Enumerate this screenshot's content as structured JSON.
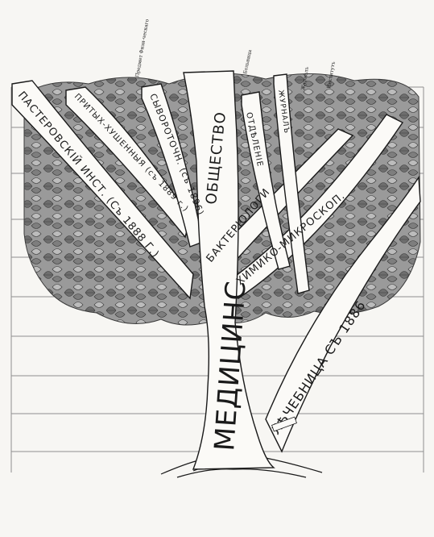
{
  "illustration": {
    "trunk_label": "МЕДИЦИНС",
    "branches": [
      {
        "id": "pasteur",
        "label": "ПАСТЕРОВСКIЙ ИНСТ. (Съ 1888 Г.)"
      },
      {
        "id": "prtykhush",
        "label": "ПРИТЫХ-ХУШЕННЫЯ (съ 1889 г.)"
      },
      {
        "id": "syvorot",
        "label": "СЫВОРОТОЧН. (съ 1896)"
      },
      {
        "id": "obshch",
        "label": "ОБЩЕСТВО"
      },
      {
        "id": "bakt",
        "label": "БАКТЕРIОЛОГИ"
      },
      {
        "id": "khim",
        "label": "ХИМИКО-МИКРОСКОП."
      },
      {
        "id": "lech",
        "label": "ЛѢЧЕБНИЦА СЪ 1886"
      },
      {
        "id": "otdelenie",
        "label": "ОТДѢЛЕНIЕ"
      },
      {
        "id": "zhurnal",
        "label": "ЖУРНАЛЪ"
      }
    ],
    "top_labels": [
      "Предмет Физи-ческаго",
      "Больница",
      "Журналъ",
      "Институтъ"
    ],
    "colors": {
      "foliage": "#8a8a8a",
      "foliage_dark": "#5c5c5c",
      "trunk": "#fbfaf7",
      "outline": "#1a1a1a",
      "background": "#f7f6f3",
      "rule": "#888888"
    }
  }
}
